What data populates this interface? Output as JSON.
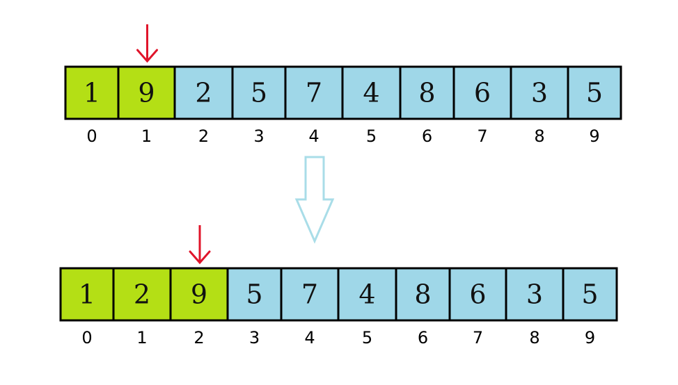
{
  "colors": {
    "sorted": "#b4df15",
    "unsorted": "#9fd7e8",
    "cell_border": "#000000",
    "pointer": "#e0142a",
    "transition_arrow": "#a9dde8"
  },
  "arrays": [
    {
      "values": [
        "1",
        "9",
        "2",
        "5",
        "7",
        "4",
        "8",
        "6",
        "3",
        "5"
      ],
      "indices": [
        "0",
        "1",
        "2",
        "3",
        "4",
        "5",
        "6",
        "7",
        "8",
        "9"
      ],
      "sorted_count": 2,
      "pointer_index": 1
    },
    {
      "values": [
        "1",
        "2",
        "9",
        "5",
        "7",
        "4",
        "8",
        "6",
        "3",
        "5"
      ],
      "indices": [
        "0",
        "1",
        "2",
        "3",
        "4",
        "5",
        "6",
        "7",
        "8",
        "9"
      ],
      "sorted_count": 3,
      "pointer_index": 2
    }
  ],
  "transition": {
    "icon": "hollow-down-arrow-icon"
  }
}
